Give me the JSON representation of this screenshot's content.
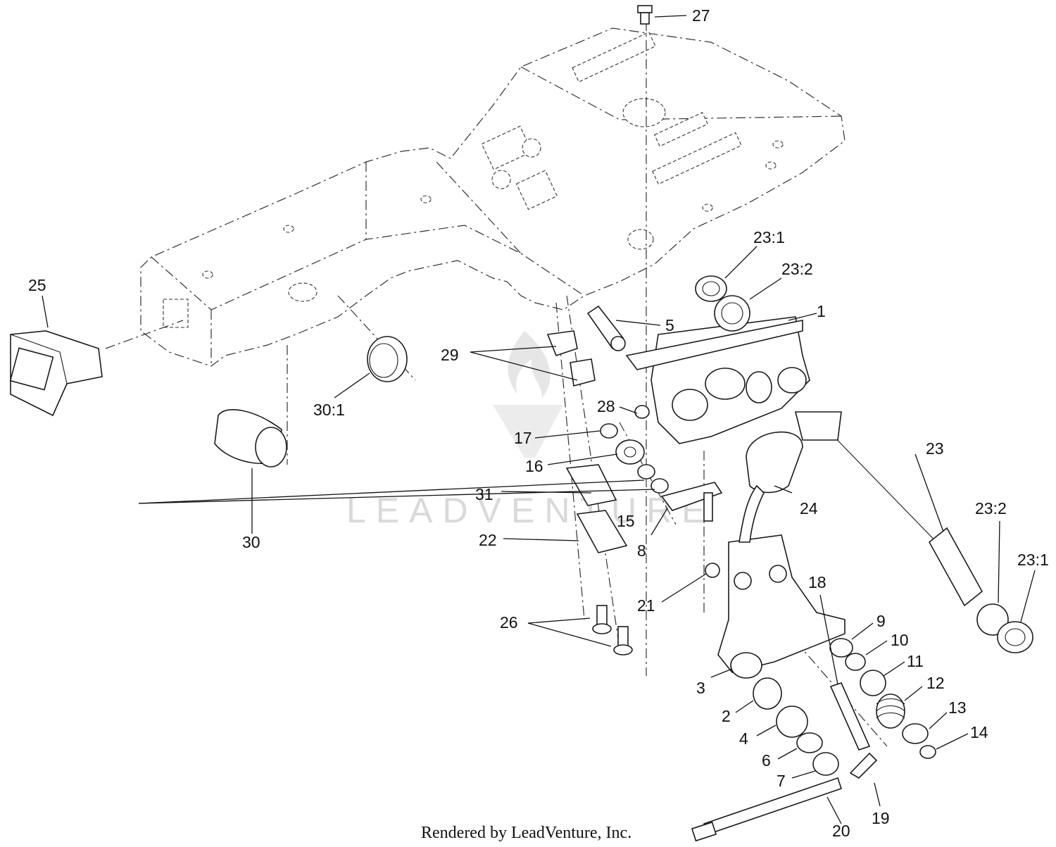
{
  "watermark": {
    "text": "LEADVENTURE"
  },
  "footer": {
    "credit": "Rendered by LeadVenture, Inc."
  },
  "callouts": [
    {
      "id": "27",
      "text": "27"
    },
    {
      "id": "23-1-top",
      "text": "23:1"
    },
    {
      "id": "23-2-top",
      "text": "23:2"
    },
    {
      "id": "1",
      "text": "1"
    },
    {
      "id": "5",
      "text": "5"
    },
    {
      "id": "25",
      "text": "25"
    },
    {
      "id": "29",
      "text": "29"
    },
    {
      "id": "30-1",
      "text": "30:1"
    },
    {
      "id": "28",
      "text": "28"
    },
    {
      "id": "17",
      "text": "17"
    },
    {
      "id": "16",
      "text": "16"
    },
    {
      "id": "31",
      "text": "31"
    },
    {
      "id": "15",
      "text": "15"
    },
    {
      "id": "8",
      "text": "8"
    },
    {
      "id": "24",
      "text": "24"
    },
    {
      "id": "23",
      "text": "23"
    },
    {
      "id": "23-2-right",
      "text": "23:2"
    },
    {
      "id": "23-1-right",
      "text": "23:1"
    },
    {
      "id": "22",
      "text": "22"
    },
    {
      "id": "30",
      "text": "30"
    },
    {
      "id": "21",
      "text": "21"
    },
    {
      "id": "18",
      "text": "18"
    },
    {
      "id": "26",
      "text": "26"
    },
    {
      "id": "9",
      "text": "9"
    },
    {
      "id": "10",
      "text": "10"
    },
    {
      "id": "11",
      "text": "11"
    },
    {
      "id": "3",
      "text": "3"
    },
    {
      "id": "12",
      "text": "12"
    },
    {
      "id": "2",
      "text": "2"
    },
    {
      "id": "13",
      "text": "13"
    },
    {
      "id": "14",
      "text": "14"
    },
    {
      "id": "4",
      "text": "4"
    },
    {
      "id": "6",
      "text": "6"
    },
    {
      "id": "7",
      "text": "7"
    },
    {
      "id": "19",
      "text": "19"
    },
    {
      "id": "20",
      "text": "20"
    }
  ]
}
